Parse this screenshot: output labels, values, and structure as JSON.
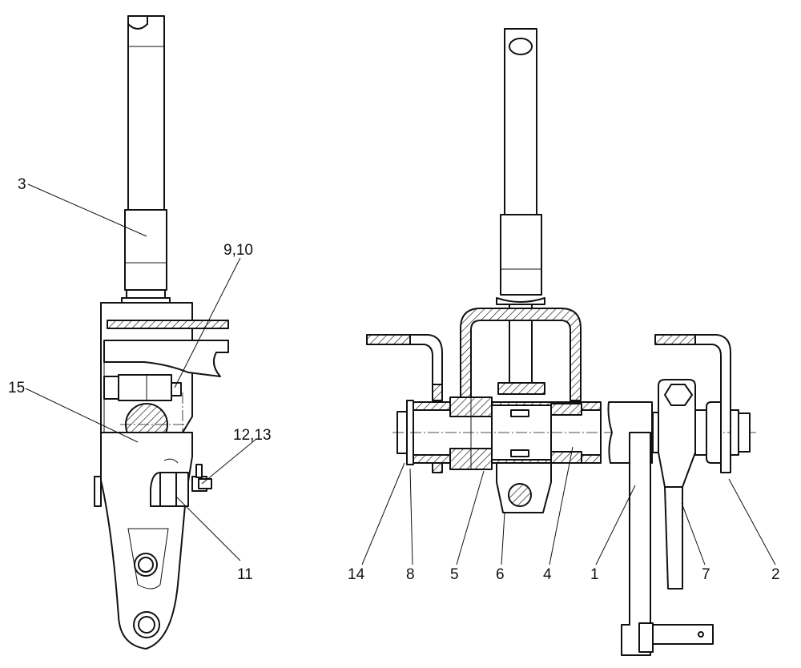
{
  "callouts": {
    "c1": "1",
    "c2": "2",
    "c3": "3",
    "c4": "4",
    "c5": "5",
    "c6": "6",
    "c7": "7",
    "c8": "8",
    "c9_10": "9,10",
    "c11": "11",
    "c12_13": "12,13",
    "c14": "14",
    "c15": "15"
  }
}
